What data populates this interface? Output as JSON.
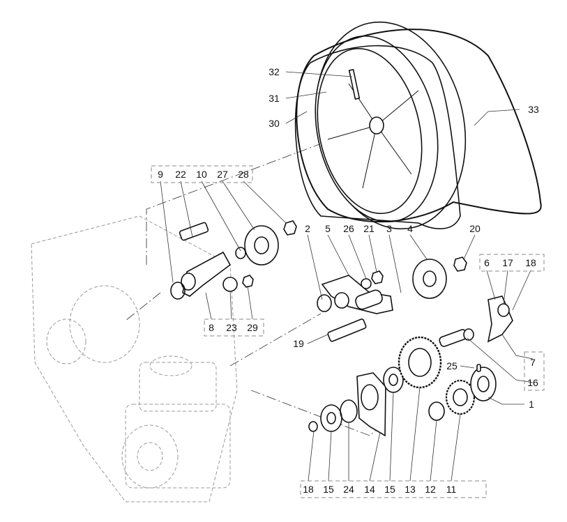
{
  "diagram": {
    "type": "exploded parts diagram",
    "accent_color": "#111111"
  },
  "callouts": [
    "32",
    "31",
    "30",
    "33",
    "9",
    "22",
    "10",
    "27",
    "28",
    "2",
    "5",
    "26",
    "21",
    "3",
    "4",
    "20",
    "6",
    "17",
    "18",
    "8",
    "23",
    "29",
    "19",
    "7",
    "16",
    "1",
    "25",
    "18",
    "15",
    "24",
    "14",
    "15",
    "13",
    "12",
    "11"
  ]
}
